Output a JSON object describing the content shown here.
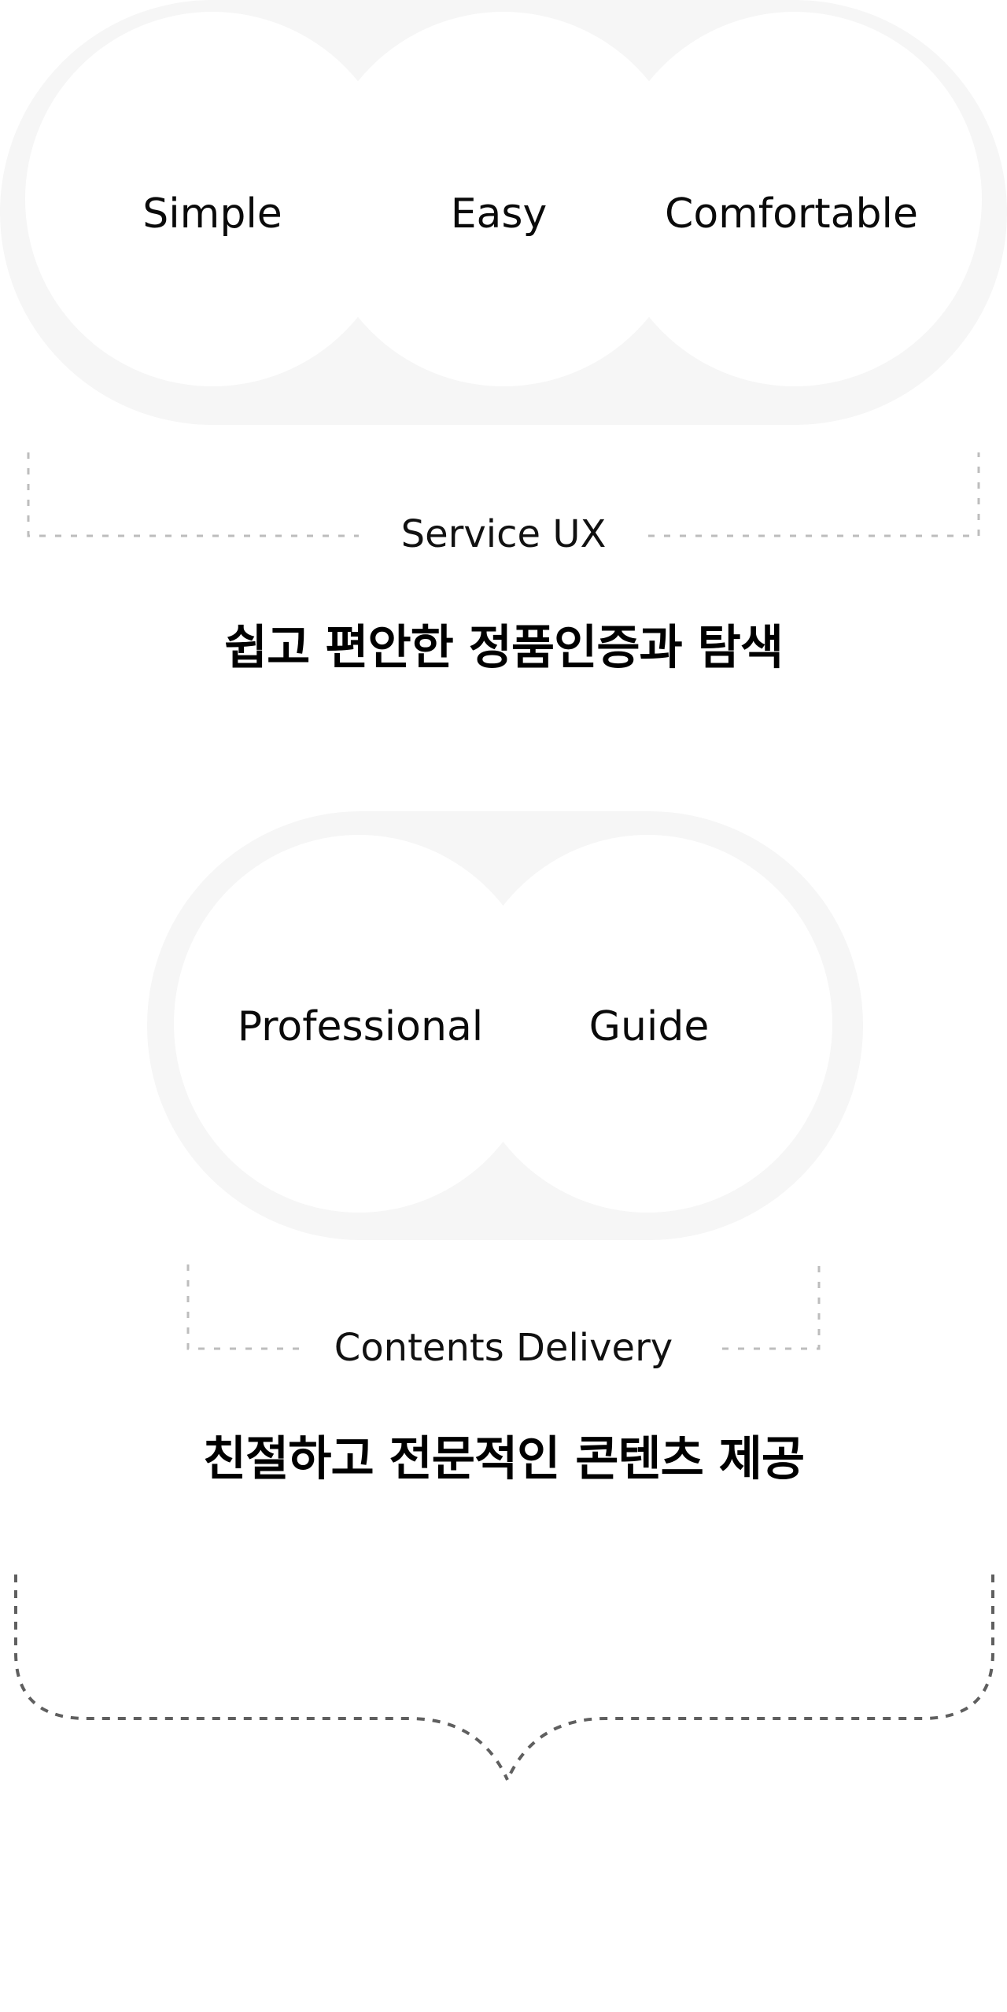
{
  "colors": {
    "ring": "#f6f6f6",
    "background": "#ffffff",
    "bracket_dash": "#bdbdbd",
    "brace_dash": "#606060",
    "text": "#000000"
  },
  "sections": [
    {
      "words": [
        "Simple",
        "Easy",
        "Comfortable"
      ],
      "category_label": "Service UX",
      "headline": "쉽고 편안한 정품인증과 탐색"
    },
    {
      "words": [
        "Professional",
        "Guide"
      ],
      "category_label": "Contents Delivery",
      "headline": "친절하고 전문적인 콘텐츠 제공"
    }
  ],
  "merge_connector": {
    "style": "dashed-brace",
    "fades_downward": true
  }
}
